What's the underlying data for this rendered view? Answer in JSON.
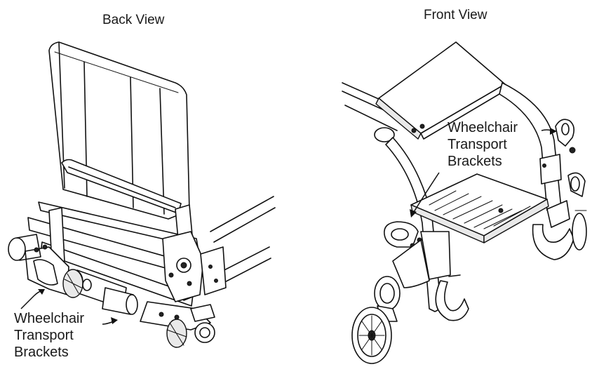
{
  "back_view": {
    "title": "Back View",
    "callout": [
      "Wheelchair",
      "Transport",
      "Brackets"
    ]
  },
  "front_view": {
    "title": "Front View",
    "callout": [
      "Wheelchair",
      "Transport",
      "Brackets"
    ]
  }
}
